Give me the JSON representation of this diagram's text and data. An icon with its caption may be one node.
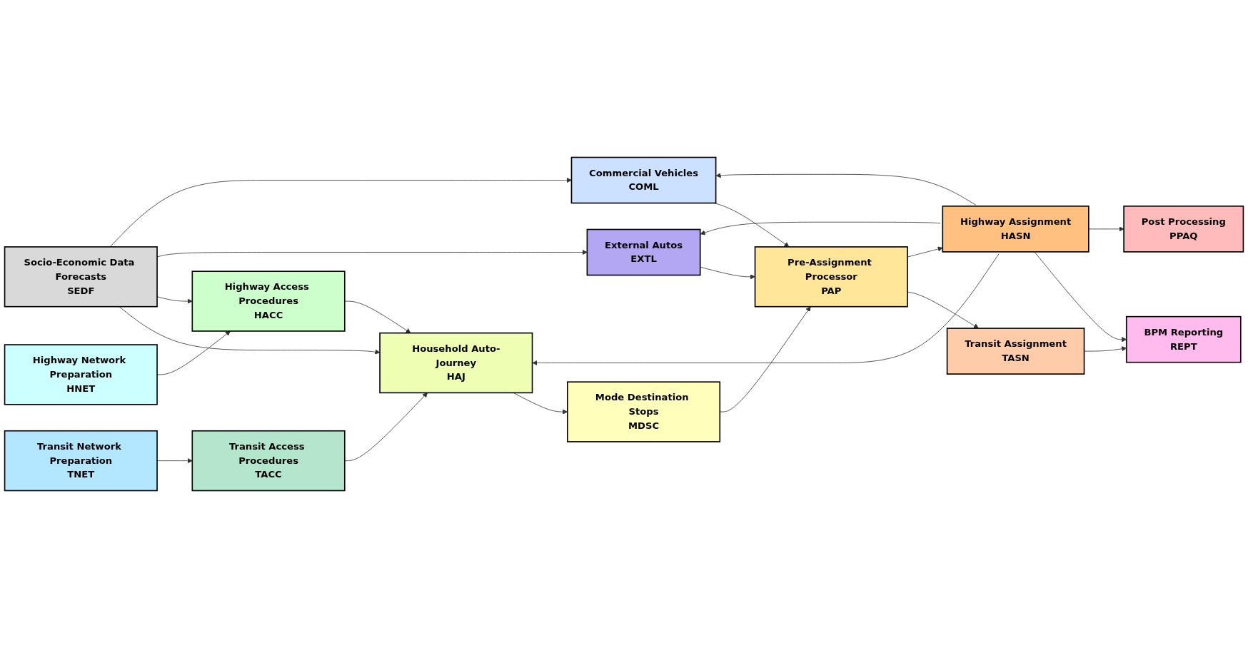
{
  "diagram": {
    "nodes": [
      {
        "text": [
          "Socio-Economic Data Forecasts",
          "SEDF"
        ]
      },
      {
        "text": [
          "Highway Network Preparation",
          "HNET"
        ]
      },
      {
        "text": [
          "Highway Access Procedures",
          "HACC"
        ]
      },
      {
        "text": [
          "Transit Access Procedures",
          "TACC"
        ]
      },
      {
        "text": [
          "Transit Network Preparation",
          "TNET"
        ]
      },
      {
        "text": [
          "Commercial Vehicles",
          "COML"
        ]
      },
      {
        "text": [
          "External Autos",
          "EXTL"
        ]
      },
      {
        "text": [
          "Household Auto-Journey",
          "HAJ"
        ]
      },
      {
        "text": [
          "Mode Destination Stops",
          "MDSC"
        ]
      },
      {
        "text": [
          "Pre-Assignment Processor",
          "PAP"
        ]
      },
      {
        "text": [
          "Highway Assignment",
          "HASN"
        ]
      },
      {
        "text": [
          "Transit Assignment",
          "TASN"
        ]
      },
      {
        "text": [
          "Post Processing",
          "PPAQ"
        ]
      },
      {
        "text": [
          "BPM Reporting",
          "REPT"
        ]
      }
    ],
    "edges": [
      {
        "from": 0,
        "to": 5,
        "arrow": "to"
      },
      {
        "from": 0,
        "to": 6,
        "arrow": "to"
      },
      {
        "from": 0,
        "to": 2,
        "arrow": "to"
      },
      {
        "from": 0,
        "to": 7,
        "arrow": "to"
      },
      {
        "from": 1,
        "to": 2,
        "arrow": "to"
      },
      {
        "from": 2,
        "to": 7,
        "arrow": "to"
      },
      {
        "from": 4,
        "to": 3,
        "arrow": "to"
      },
      {
        "from": 3,
        "to": 7,
        "arrow": "to"
      },
      {
        "from": 10,
        "to": 5,
        "arrow": "to"
      },
      {
        "from": 10,
        "to": 6,
        "arrow": "to"
      },
      {
        "from": 10,
        "to": 7,
        "arrow": "to"
      },
      {
        "from": 7,
        "to": 8,
        "arrow": "to"
      },
      {
        "from": 8,
        "to": 9,
        "arrow": "to"
      },
      {
        "from": 5,
        "to": 9,
        "arrow": "to"
      },
      {
        "from": 6,
        "to": 9,
        "arrow": "to"
      },
      {
        "from": 9,
        "to": 10,
        "arrow": "to"
      },
      {
        "from": 9,
        "to": 11,
        "arrow": "to"
      },
      {
        "from": 10,
        "to": 12,
        "arrow": "to"
      },
      {
        "from": 10,
        "to": 13,
        "arrow": "to"
      },
      {
        "from": 11,
        "to": 13,
        "arrow": "to"
      }
    ]
  }
}
